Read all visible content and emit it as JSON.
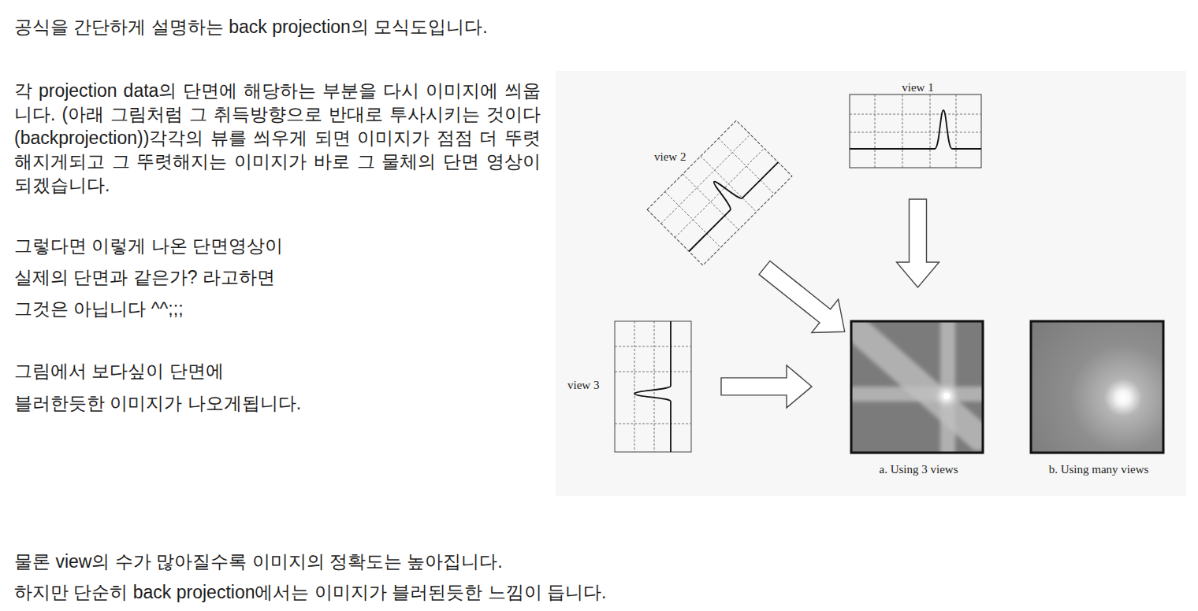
{
  "diagram": {
    "nodes": [
      {
        "text": [
          "view 1"
        ]
      },
      {
        "text": [
          "view 2"
        ]
      },
      {
        "text": [
          "view 3"
        ]
      },
      {
        "text": [
          "a. Using 3 views"
        ]
      },
      {
        "text": [
          "b. Using many views"
        ]
      }
    ],
    "edges": [
      {
        "from": 0,
        "to": 3,
        "arrow": "to"
      },
      {
        "from": 1,
        "to": 3,
        "arrow": "to"
      },
      {
        "from": 2,
        "to": 3,
        "arrow": "to"
      }
    ],
    "labels": [
      "공식을 간단하게 설명하는 back projection의 모식도입니다.",
      "각 projection data의 단면에 해당하는 부분을 다시 이미지에 씌웁니다. (아래 그림처럼 그 취득방향으로 반대로 투사시키는 것이다 (backprojection))각각의 뷰를 씌우게 되면 이미지가 점점 더 뚜렷해지게되고 그 뚜렷해지는 이미지가 바로 그 물체의 단면 영상이 되겠습니다.",
      "그렇다면 이렇게 나온 단면영상이",
      "실제의 단면과 같은가? 라고하면",
      "그것은 아닙니다 ^^;;;",
      "그림에서 보다싶이 단면에",
      "블러한듯한 이미지가 나오게됩니다.",
      "물론 view의 수가 많아질수록 이미지의 정확도는 높아집니다.",
      "하지만 단순히 back projection에서는 이미지가 블러된듯한 느낌이 듭니다."
    ]
  }
}
